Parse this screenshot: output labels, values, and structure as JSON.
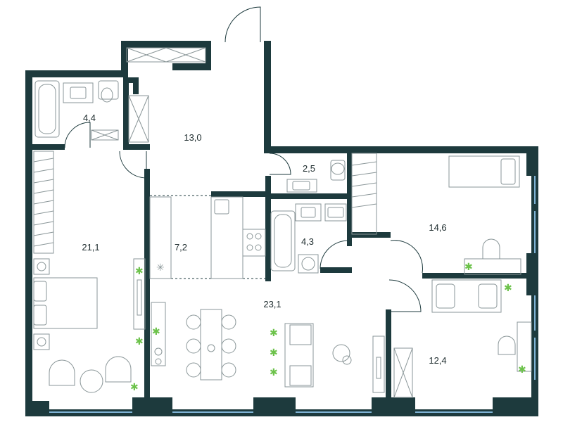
{
  "floor_plan": {
    "rooms": [
      {
        "id": "bathroom-1",
        "area": "4,4"
      },
      {
        "id": "hallway",
        "area": "13,0"
      },
      {
        "id": "wc",
        "area": "2,5"
      },
      {
        "id": "bedroom-1",
        "area": "21,1"
      },
      {
        "id": "kitchen",
        "area": "7,2"
      },
      {
        "id": "bathroom-2",
        "area": "4,3"
      },
      {
        "id": "bedroom-2",
        "area": "14,6"
      },
      {
        "id": "living-room",
        "area": "23,1"
      },
      {
        "id": "bedroom-3",
        "area": "12,4"
      }
    ],
    "colors": {
      "wall": "#1d3a3d",
      "furniture": "#8a9698",
      "plant": "#6cc24a",
      "window": "#7fb3d5"
    }
  }
}
